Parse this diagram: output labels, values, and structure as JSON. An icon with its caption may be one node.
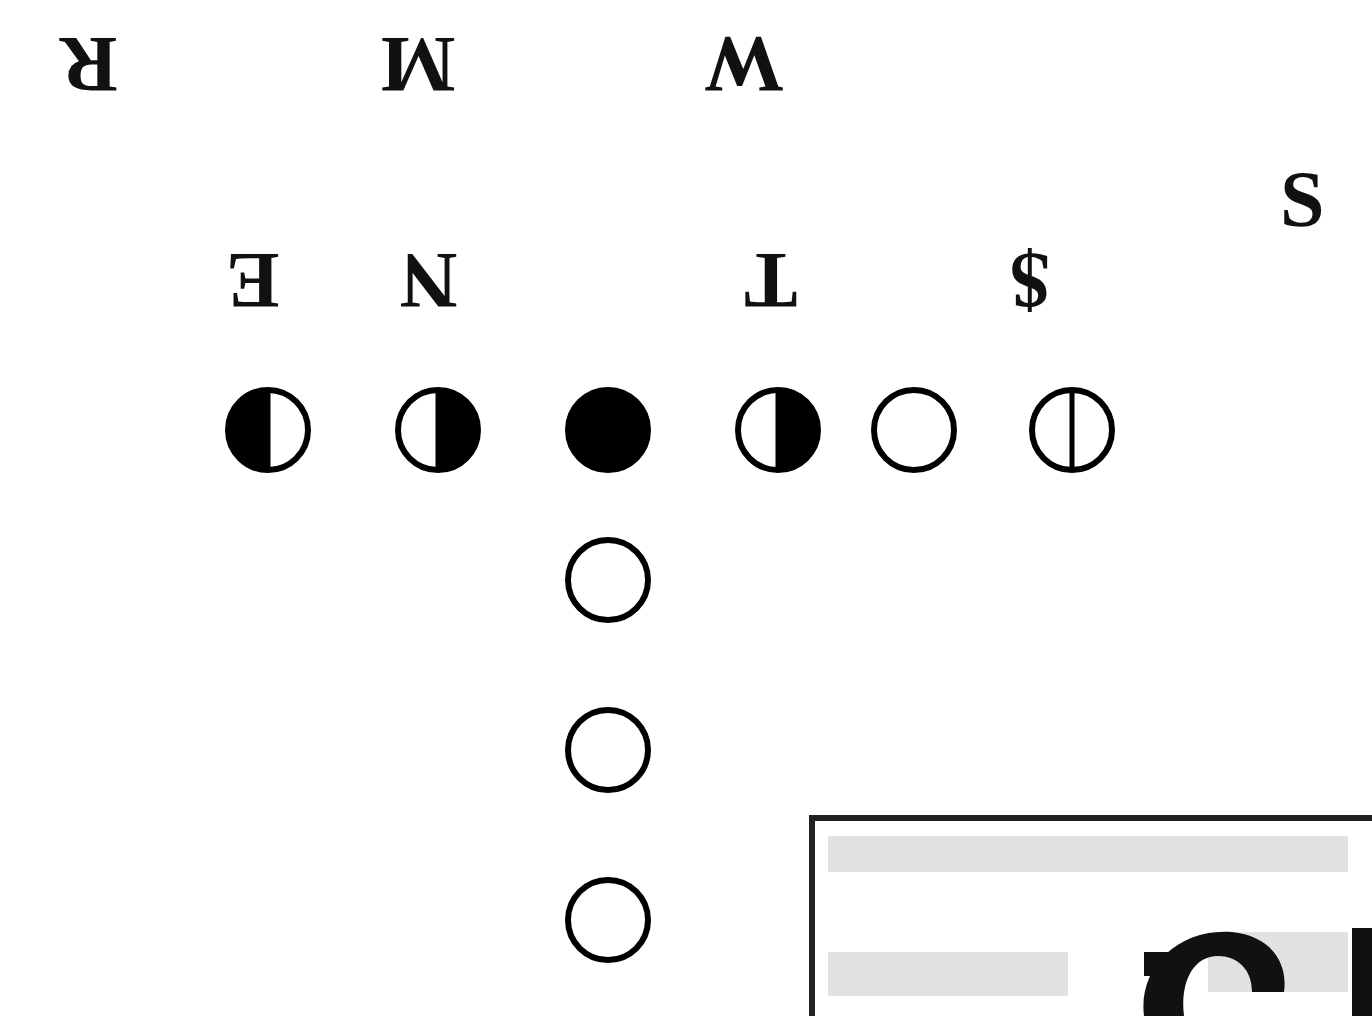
{
  "diagram": {
    "nodes": [
      {
        "text": [],
        "shape": "circle"
      },
      {
        "text": [],
        "shape": "circle"
      },
      {
        "text": [],
        "shape": "circle"
      },
      {
        "text": [],
        "shape": "circle"
      },
      {
        "text": [],
        "shape": "circle"
      },
      {
        "text": [],
        "shape": "circle"
      },
      {
        "text": [],
        "shape": "circle"
      },
      {
        "text": [],
        "shape": "circle"
      },
      {
        "text": [],
        "shape": "circle"
      }
    ],
    "labels": [
      "R",
      "M",
      "W",
      "S",
      "E",
      "N",
      "T",
      "$"
    ]
  }
}
